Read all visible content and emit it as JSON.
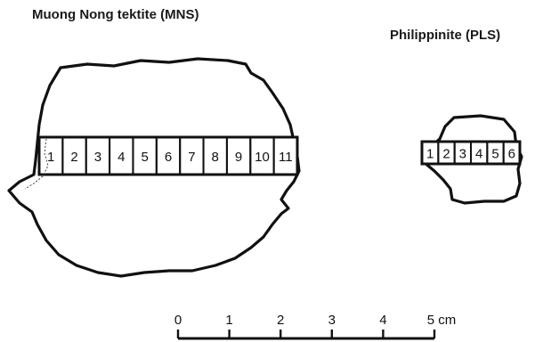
{
  "mns": {
    "title": "Muong Nong tektite (MNS)",
    "segments": [
      "1",
      "2",
      "3",
      "4",
      "5",
      "6",
      "7",
      "8",
      "9",
      "10",
      "11"
    ]
  },
  "pls": {
    "title": "Philippinite (PLS)",
    "segments": [
      "1",
      "2",
      "3",
      "4",
      "5",
      "6"
    ]
  },
  "scale_bar": {
    "labels": [
      "0",
      "1",
      "2",
      "3",
      "4",
      "5 cm"
    ]
  }
}
